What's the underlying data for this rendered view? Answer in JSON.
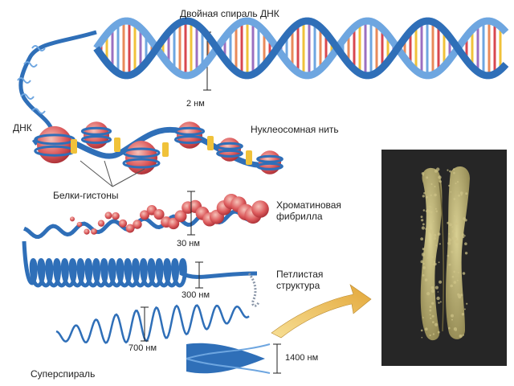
{
  "labels": {
    "dna_double_helix": "Двойная спираль ДНК",
    "dna": "ДНК",
    "nucleosome_thread": "Нуклеосомная нить",
    "histone_proteins": "Белки-гистоны",
    "chromatin_fibril": "Хроматиновая\nфибрилла",
    "looped_structure": "Петлистая\nструктура",
    "supercoil": "Суперспираль"
  },
  "measurements": {
    "helix_width": "2 нм",
    "fibril_width": "30 нм",
    "loop_width": "300 нм",
    "supercoil_width": "700 нм",
    "chromosome_width": "1400 нм"
  },
  "colors": {
    "strand": "#2f6fb8",
    "strand_light": "#6ea6e0",
    "nucleosome": "#d8474f",
    "nucleosome_light": "#f3a7a0",
    "histone_link": "#f0c23a",
    "arrow": "#e9b84b",
    "photo_bg": "#262626",
    "chromosome": "#b6ab6c"
  }
}
